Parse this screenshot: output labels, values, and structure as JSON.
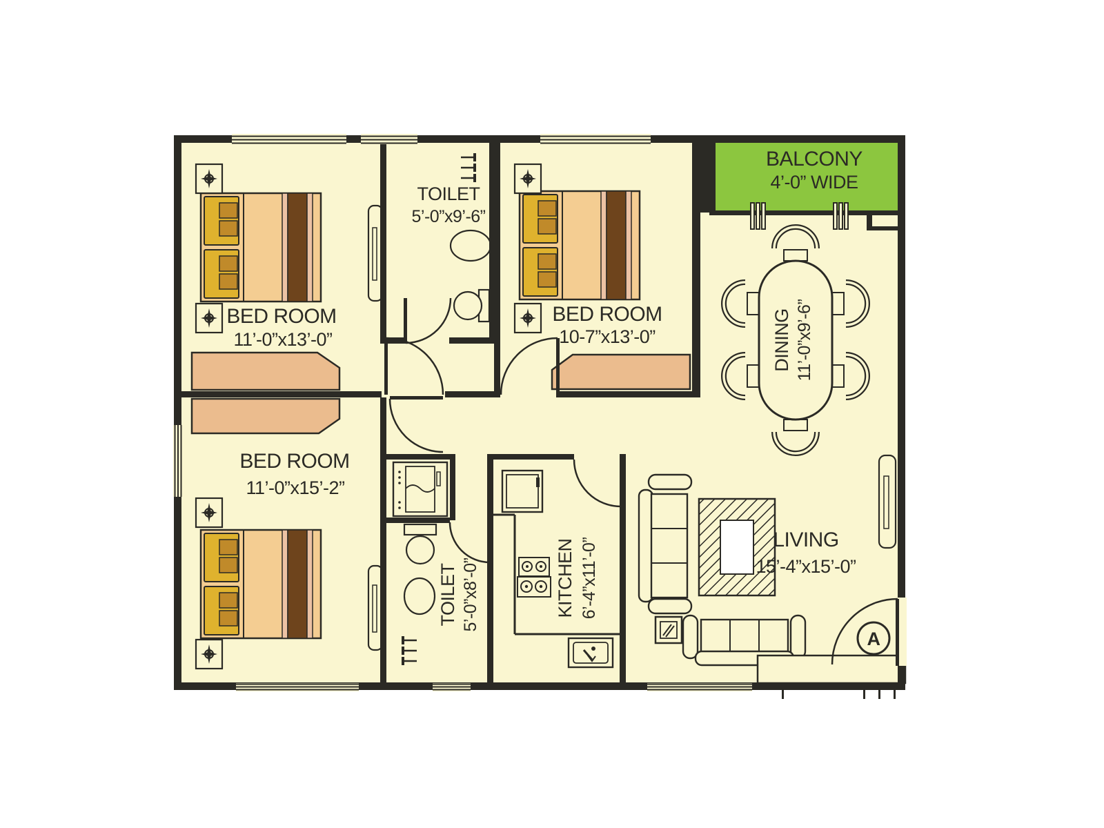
{
  "plan": {
    "rooms": [
      {
        "id": "bedroom-1",
        "label": "BED ROOM",
        "dims": "11’-0”x13’-0”"
      },
      {
        "id": "toilet-1",
        "label": "TOILET",
        "dims": "5’-0”x9’-6”"
      },
      {
        "id": "bedroom-2",
        "label": "BED ROOM",
        "dims": "10-7”x13’-0”"
      },
      {
        "id": "balcony",
        "label": "BALCONY",
        "dims": "4’-0” WIDE"
      },
      {
        "id": "dining",
        "label": "DINING",
        "dims": "11’-0”x9’-6”"
      },
      {
        "id": "bedroom-3",
        "label": "BED ROOM",
        "dims": "11’-0”x15’-2”"
      },
      {
        "id": "toilet-2",
        "label": "TOILET",
        "dims": "5’-0”x8’-0”"
      },
      {
        "id": "kitchen",
        "label": "KITCHEN",
        "dims": "6’-4”x11’-0”"
      },
      {
        "id": "living",
        "label": "LIVING",
        "dims": "15’-4”x15’-0”"
      }
    ],
    "markers": {
      "entrance_label": "A"
    }
  },
  "colors": {
    "floor": "#FAF6D0",
    "wall": "#2B2A25",
    "balcony": "#8CC63F",
    "wardrobe": "#EBBC8E",
    "bed": "#F4CD92",
    "pillow": "#DFB22E",
    "pillow_dark": "#C08A2A",
    "blanket": "#6E441C",
    "trim": "#ECC2A4",
    "white": "#FFFFFF"
  }
}
